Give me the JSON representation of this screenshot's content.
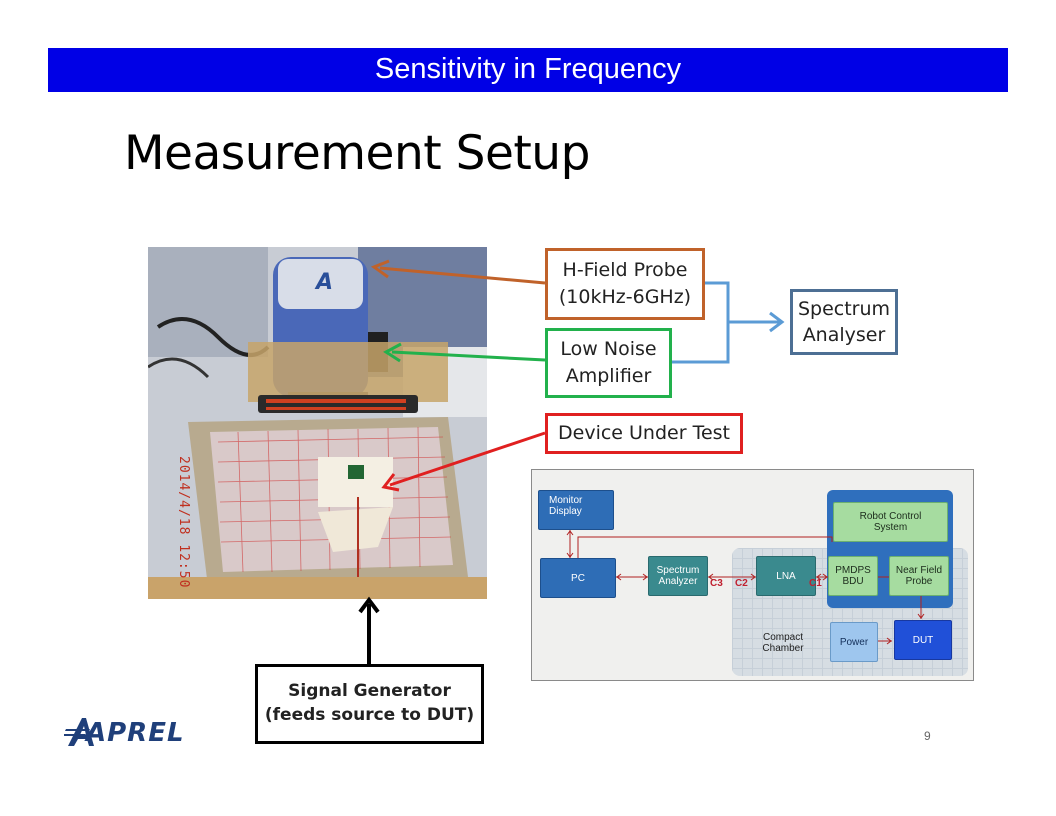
{
  "header": {
    "banner": "Sensitivity in Frequency",
    "title": "Measurement Setup"
  },
  "photo": {
    "date_stamp": "2014/4/18 12:50"
  },
  "labels": {
    "probe_line1": "H-Field Probe",
    "probe_line2": "(10kHz-6GHz)",
    "lna_line1": "Low Noise",
    "lna_line2": "Amplifier",
    "sa_line1": "Spectrum",
    "sa_line2": "Analyser",
    "dut": "Device Under Test",
    "sig_line1": "Signal Generator",
    "sig_line2": "(feeds source to DUT)"
  },
  "diagram": {
    "monitor_line1": "Monitor",
    "monitor_line2": "Display",
    "robot_line1": "Robot Control",
    "robot_line2": "System",
    "pc": "PC",
    "sa_line1": "Spectrum",
    "sa_line2": "Analyzer",
    "lna": "LNA",
    "pmdps_line1": "PMDPS",
    "pmdps_line2": "BDU",
    "nfp_line1": "Near Field",
    "nfp_line2": "Probe",
    "c3": "C3",
    "c2": "C2",
    "c1": "C1",
    "chamber_line1": "Compact",
    "chamber_line2": "Chamber",
    "power": "Power",
    "dut": "DUT"
  },
  "footer": {
    "logo": "APREL",
    "page_number": "9"
  },
  "colors": {
    "banner": "#0000e6",
    "probe_border": "#c0622a",
    "lna_border": "#22b14c",
    "sa_border": "#4d6f94",
    "dut_border": "#e02020",
    "connector": "#5b9bd5"
  }
}
